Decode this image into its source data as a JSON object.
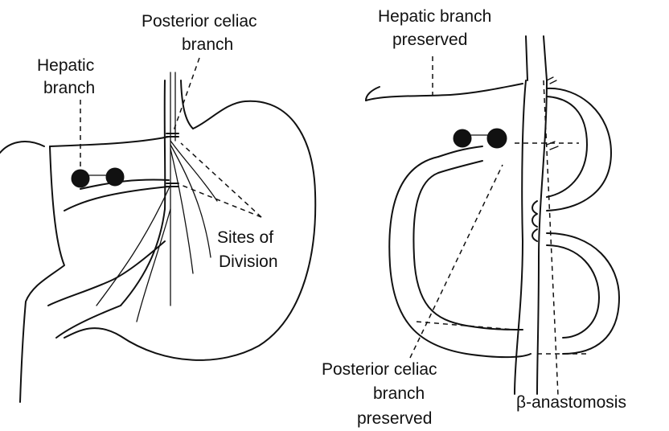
{
  "left_panel": {
    "labels": {
      "posterior_celiac_l1": "Posterior celiac",
      "posterior_celiac_l2": "branch",
      "hepatic_l1": "Hepatic",
      "hepatic_l2": "branch",
      "sites_l1": "Sites of",
      "sites_l2": "Division"
    }
  },
  "right_panel": {
    "labels": {
      "hepatic_preserved_l1": "Hepatic branch",
      "hepatic_preserved_l2": "preserved",
      "posterior_preserved_l1": "Posterior celiac",
      "posterior_preserved_l2": "branch",
      "posterior_preserved_l3": "preserved",
      "anastomosis": "β-anastomosis"
    }
  }
}
